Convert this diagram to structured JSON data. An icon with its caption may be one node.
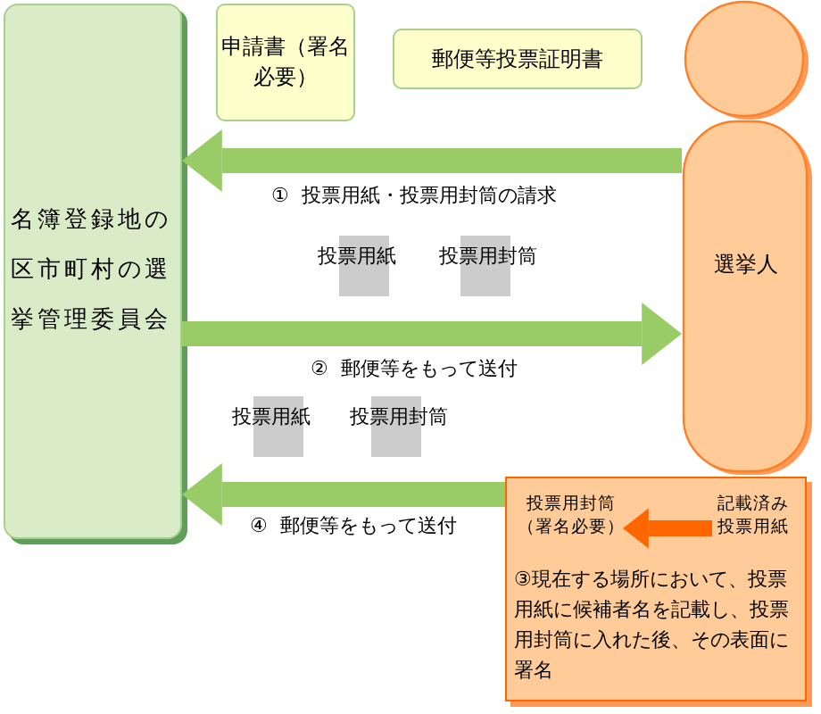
{
  "diagram": {
    "nodes": [
      {
        "text": [
          "名簿登録地の区市町村の選挙管理委員会"
        ]
      },
      {
        "text": [
          "申請書（署名必要）"
        ]
      },
      {
        "text": [
          "郵便等投票証明書"
        ]
      },
      {
        "text": [
          "選挙人"
        ]
      },
      {
        "text": [
          "③現在する場所において、投票用紙に候補者名を記載し、投票用封筒に入れた後、その表面に署名"
        ]
      },
      {
        "text": [
          "投票用封筒（署名必要）"
        ],
        "in": 4
      },
      {
        "text": [
          "記載済み投票用紙"
        ],
        "in": 4
      }
    ],
    "edges": [
      {
        "from": 3,
        "to": 0,
        "arrow": "to",
        "label": "①  投票用紙・投票用封筒の請求"
      },
      {
        "from": 0,
        "to": 3,
        "arrow": "to",
        "label": "②  郵便等をもって送付"
      },
      {
        "from": 4,
        "to": 0,
        "arrow": "to",
        "label": "④  郵便等をもって送付"
      },
      {
        "from": 6,
        "to": 5,
        "arrow": "to",
        "color": "#ff6600"
      }
    ],
    "labels": [
      "投票用紙",
      "投票用封筒",
      "投票用紙",
      "投票用封筒"
    ]
  }
}
